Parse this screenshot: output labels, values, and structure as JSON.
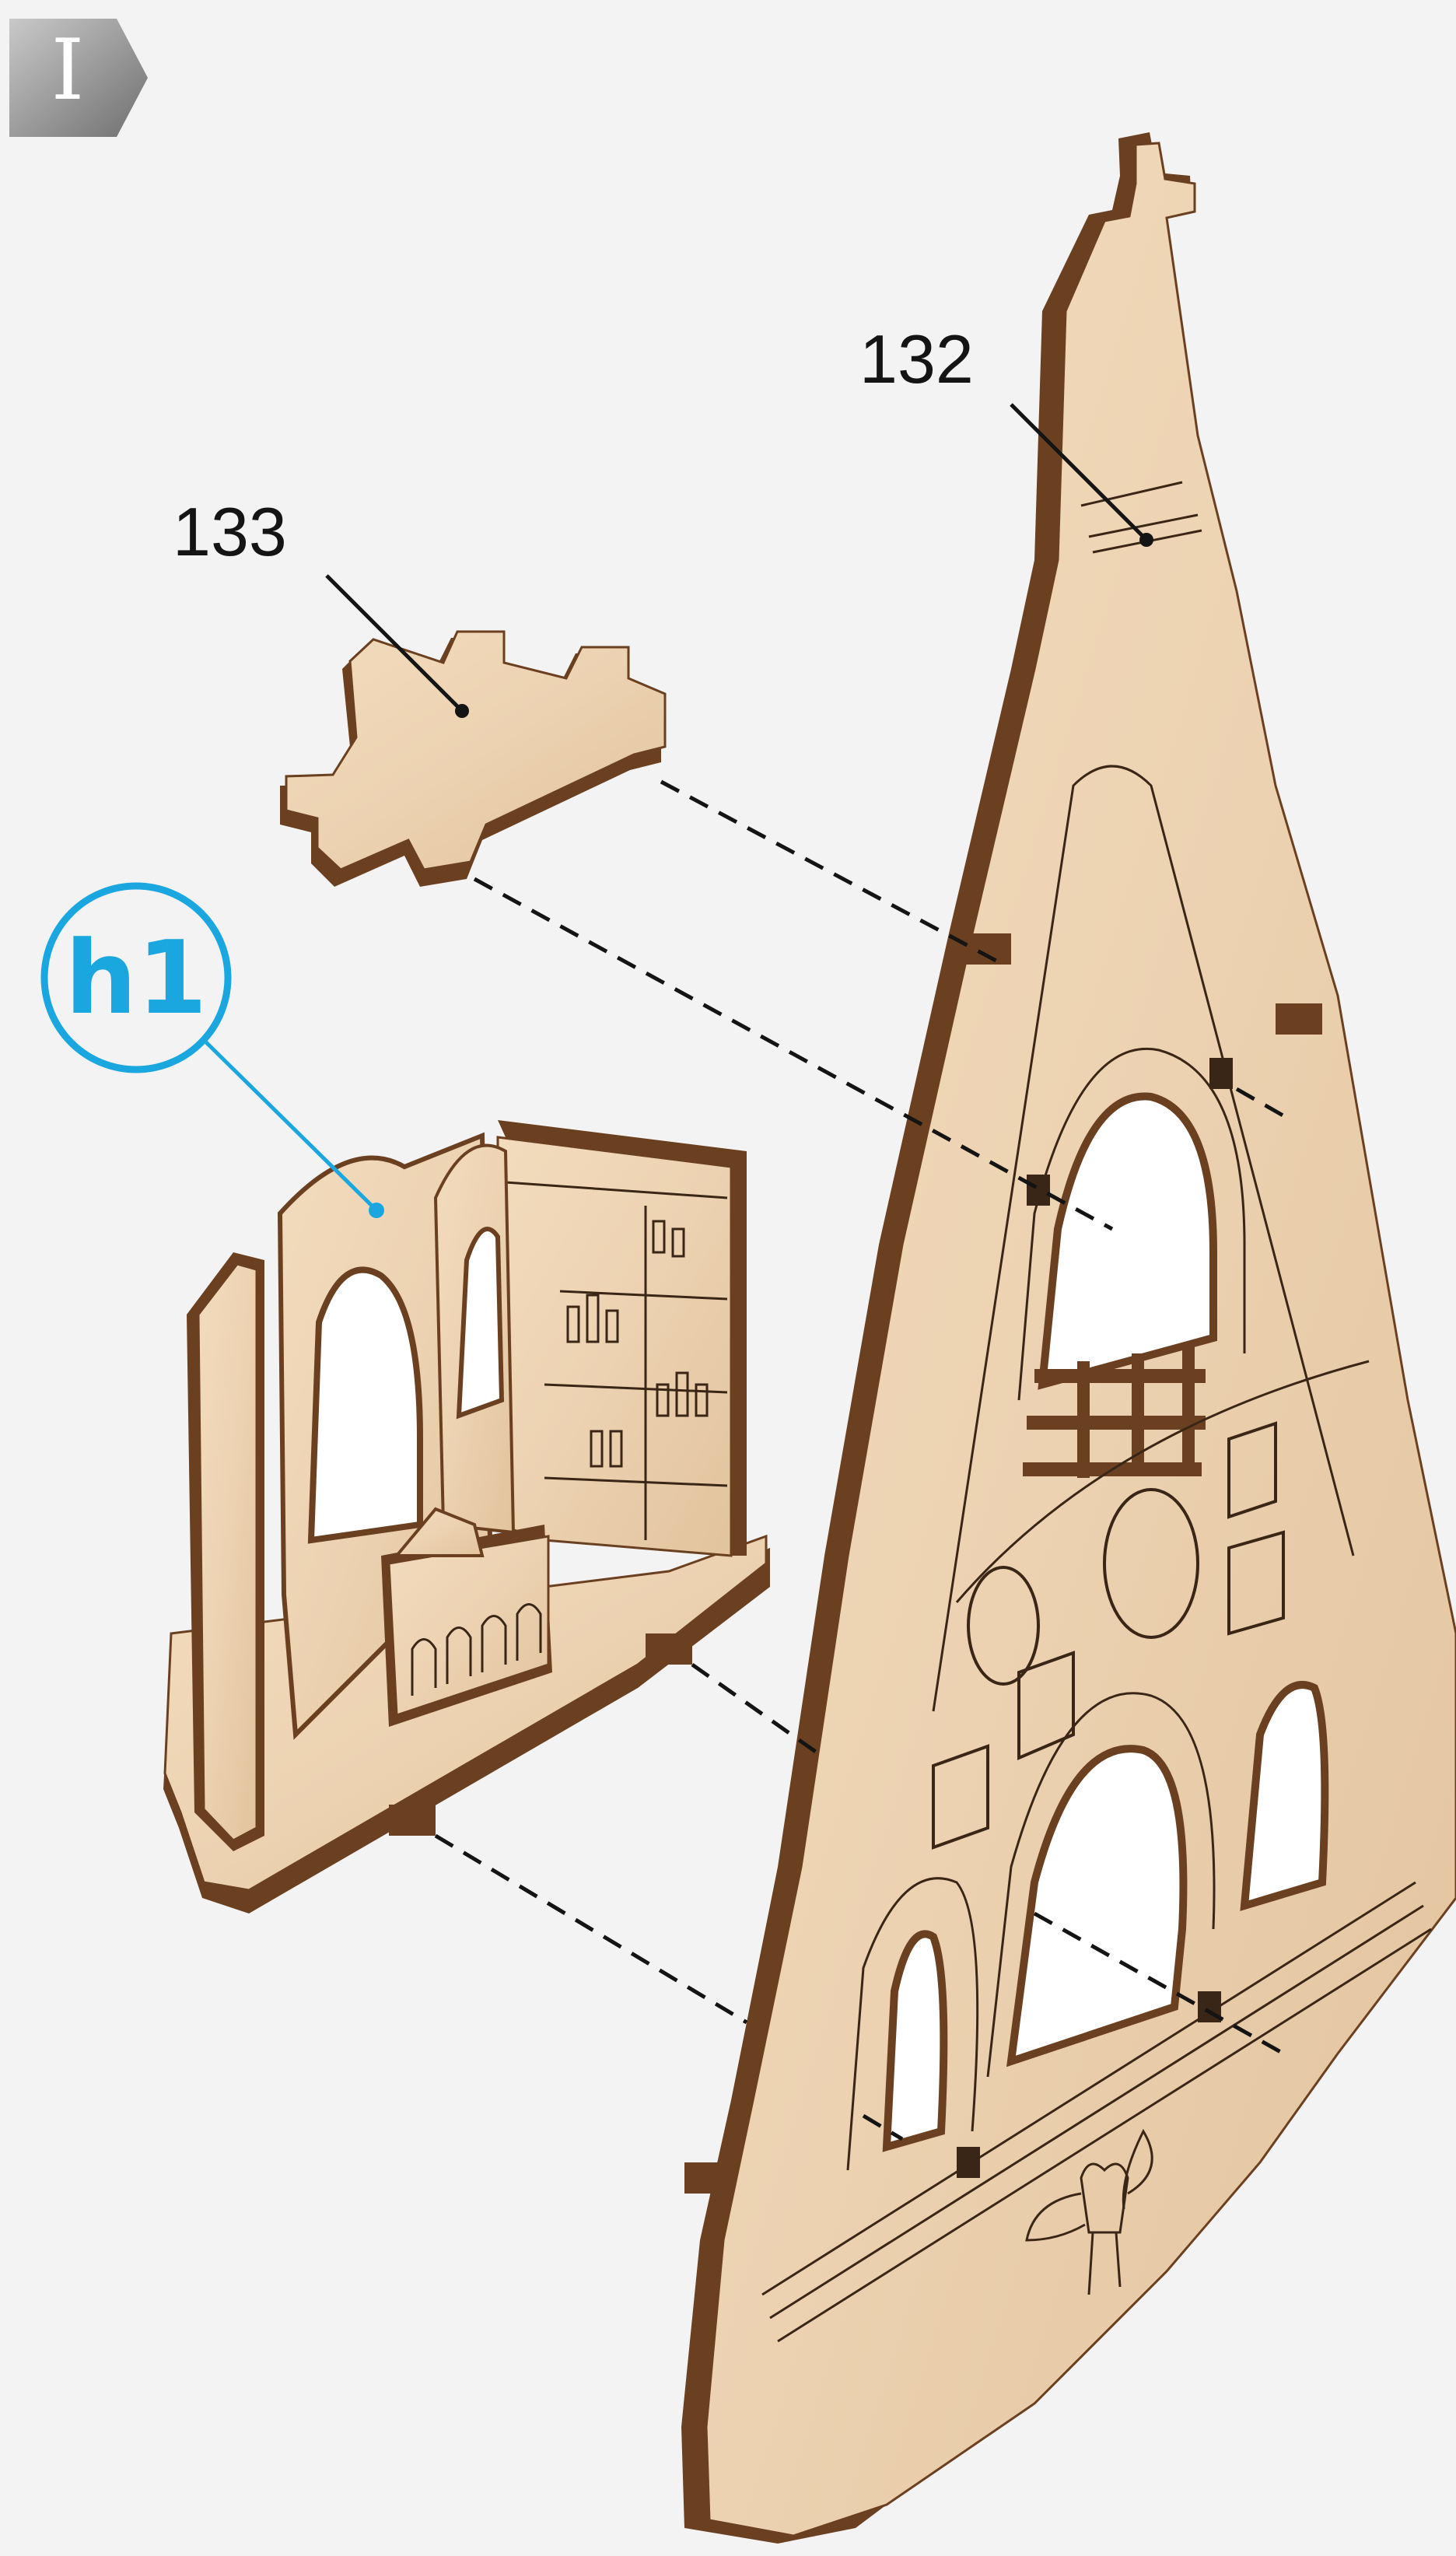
{
  "step": {
    "number": "I"
  },
  "callouts": {
    "part_132": "132",
    "part_133": "133",
    "reference_h1": "h1"
  },
  "colors": {
    "wood_face": "#ecd2b1",
    "wood_edge": "#6b4021",
    "engraving": "#3a2616",
    "leader_line": "#141414",
    "reference_accent": "#1aa7e0",
    "badge_gray": "#8a8a8a"
  },
  "icons": {
    "step_badge": "chevron-tag-icon",
    "part_132": "gothic-gable-panel",
    "part_133": "cross-shaped-slab",
    "reference_h1": "assembled-interior-module",
    "decoration": "owl-emblem"
  }
}
